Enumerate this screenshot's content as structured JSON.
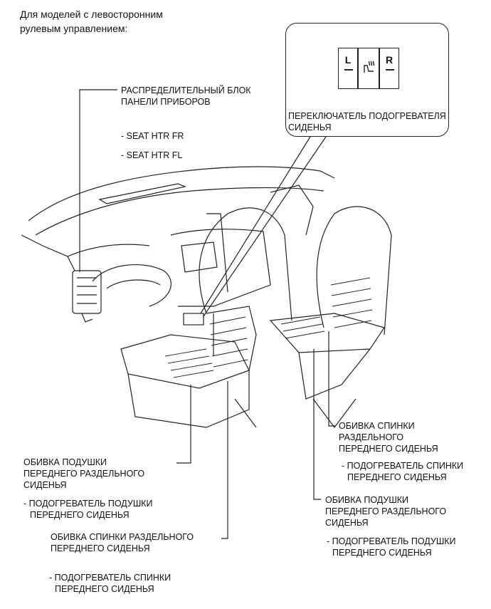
{
  "header": {
    "line1": "Для моделей с левосторонним",
    "line2": "рулевым управлением:"
  },
  "switch": {
    "left_label": "L",
    "right_label": "R",
    "caption_line1": "ПЕРЕКЛЮЧАТЕЛЬ ПОДОГРЕВАТЕЛЯ",
    "caption_line2": "СИДЕНЬЯ"
  },
  "junction_block": {
    "line1": "РАСПРЕДЕЛИТЕЛЬНЫЙ БЛОК",
    "line2": "ПАНЕЛИ ПРИБОРОВ",
    "fuse1": "- SEAT HTR FR",
    "fuse2": "- SEAT HTR FL"
  },
  "right_back": {
    "line1": "ОБИВКА СПИНКИ",
    "line2": "РАЗДЕЛЬНОГО",
    "line3": "ПЕРЕДНЕГО СИДЕНЬЯ",
    "sub1": "- ПОДОГРЕВАТЕЛЬ СПИНКИ",
    "sub2": "ПЕРЕДНЕГО СИДЕНЬЯ"
  },
  "right_cushion": {
    "line1": "ОБИВКА ПОДУШКИ",
    "line2": "ПЕРЕДНЕГО РАЗДЕЛЬНОГО",
    "line3": "СИДЕНЬЯ",
    "sub1": "- ПОДОГРЕВАТЕЛЬ ПОДУШКИ",
    "sub2": "ПЕРЕДНЕГО СИДЕНЬЯ"
  },
  "left_cushion": {
    "line1": "ОБИВКА ПОДУШКИ",
    "line2": "ПЕРЕДНЕГО РАЗДЕЛЬНОГО",
    "line3": "СИДЕНЬЯ",
    "sub1": "- ПОДОГРЕВАТЕЛЬ ПОДУШКИ",
    "sub2": "ПЕРЕДНЕГО СИДЕНЬЯ"
  },
  "left_back": {
    "line1": "ОБИВКА СПИНКИ РАЗДЕЛЬНОГО",
    "line2": "ПЕРЕДНЕГО СИДЕНЬЯ",
    "sub1": "- ПОДОГРЕВАТЕЛЬ СПИНКИ",
    "sub2": "ПЕРЕДНЕГО СИДЕНЬЯ"
  },
  "icons": {
    "seat_heater": "seat-heater-icon"
  }
}
